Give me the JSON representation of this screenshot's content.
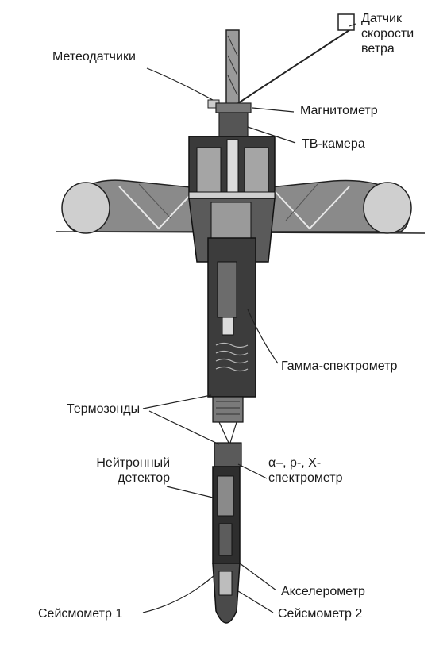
{
  "labels": {
    "wind_sensor": [
      "Датчик",
      "скорости",
      "ветра"
    ],
    "meteo_sensors": "Метеодатчики",
    "magnetometer": "Магнитометр",
    "tv_camera": "ТВ-камера",
    "gamma_spectrometer": "Гамма-спектрометр",
    "thermoprobes": "Термозонды",
    "neutron_detector": [
      "Нейтронный",
      "детектор"
    ],
    "apx_spectrometer": [
      "α–, р-, Х-",
      "спектрометр"
    ],
    "accelerometer": "Акселерометр",
    "seismometer_1": "Сейсмометр 1",
    "seismometer_2": "Сейсмометр 2"
  },
  "colors": {
    "ink": "#1a1a1a",
    "fill_dark": "#3a3a3a",
    "fill_mid": "#7a7a7a",
    "fill_light": "#bdbdbd",
    "paper": "#ffffff"
  }
}
